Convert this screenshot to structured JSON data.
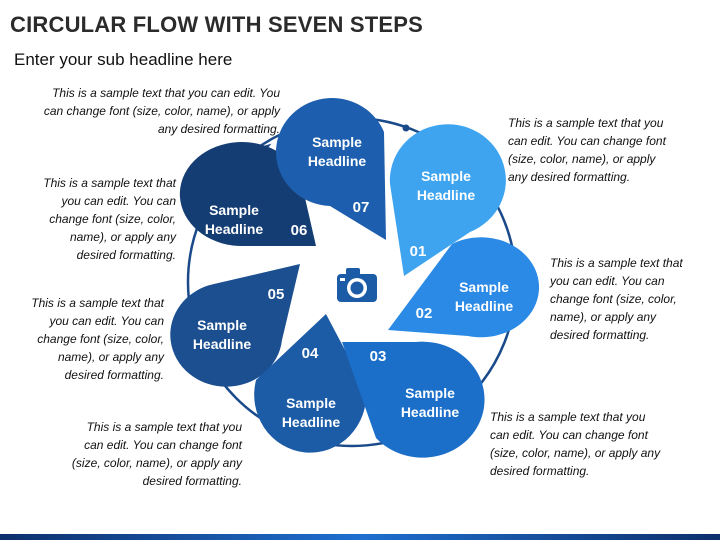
{
  "title": "CIRCULAR FLOW WITH SEVEN STEPS",
  "subtitle": "Enter your sub headline here",
  "steps": [
    {
      "num": "01",
      "line1": "Sample",
      "line2": "Headline",
      "desc": "This is a sample text that you can edit. You can change font (size, color, name), or apply any desired formatting.",
      "color": "#3fa4f0"
    },
    {
      "num": "02",
      "line1": "Sample",
      "line2": "Headline",
      "desc": "This is a sample text that you can edit. You can change font (size, color, name), or apply any desired formatting.",
      "color": "#2a8ae6"
    },
    {
      "num": "03",
      "line1": "Sample",
      "line2": "Headline",
      "desc": "This is a sample text that you can edit. You can change font (size, color, name), or apply any desired formatting.",
      "color": "#1b6fc9"
    },
    {
      "num": "04",
      "line1": "Sample",
      "line2": "Headline",
      "desc": "This is a sample text that you can edit. You can change font (size, color, name), or apply any desired formatting.",
      "color": "#1c5ba6"
    },
    {
      "num": "05",
      "line1": "Sample",
      "line2": "Headline",
      "desc": "This is a sample text that you can edit. You can change font (size, color, name), or apply any desired formatting.",
      "color": "#1b4f8f"
    },
    {
      "num": "06",
      "line1": "Sample",
      "line2": "Headline",
      "desc": "This is a sample text that you can edit. You can change font (size, color, name), or apply any desired formatting.",
      "color": "#143d73"
    },
    {
      "num": "07",
      "line1": "Sample",
      "line2": "Headline",
      "desc": "This is a sample text that you can edit. You can change font (size, color, name), or apply any desired formatting.",
      "color": "#1d5fae"
    }
  ],
  "center_icon": "camera-icon",
  "ring_color": "#1a4a8a"
}
